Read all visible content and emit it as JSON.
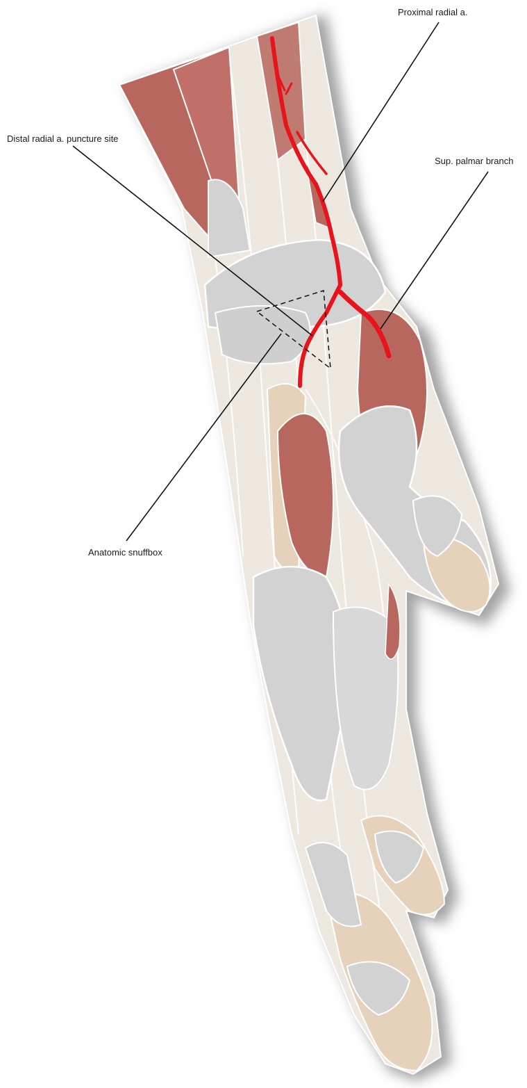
{
  "labels": {
    "proximal_radial": "Proximal radial a.",
    "distal_puncture": "Distal radial a. puncture site",
    "sup_palmar": "Sup. palmar branch",
    "snuffbox": "Anatomic snuffbox"
  },
  "colors": {
    "artery": "#e8141b",
    "muscle": "#b8675e",
    "bone": "#e6d2bb",
    "tendon": "#ece7df",
    "retinaculum": "#d2d2d2",
    "shadow": "#8a8a8a",
    "leader_line": "#111111"
  }
}
